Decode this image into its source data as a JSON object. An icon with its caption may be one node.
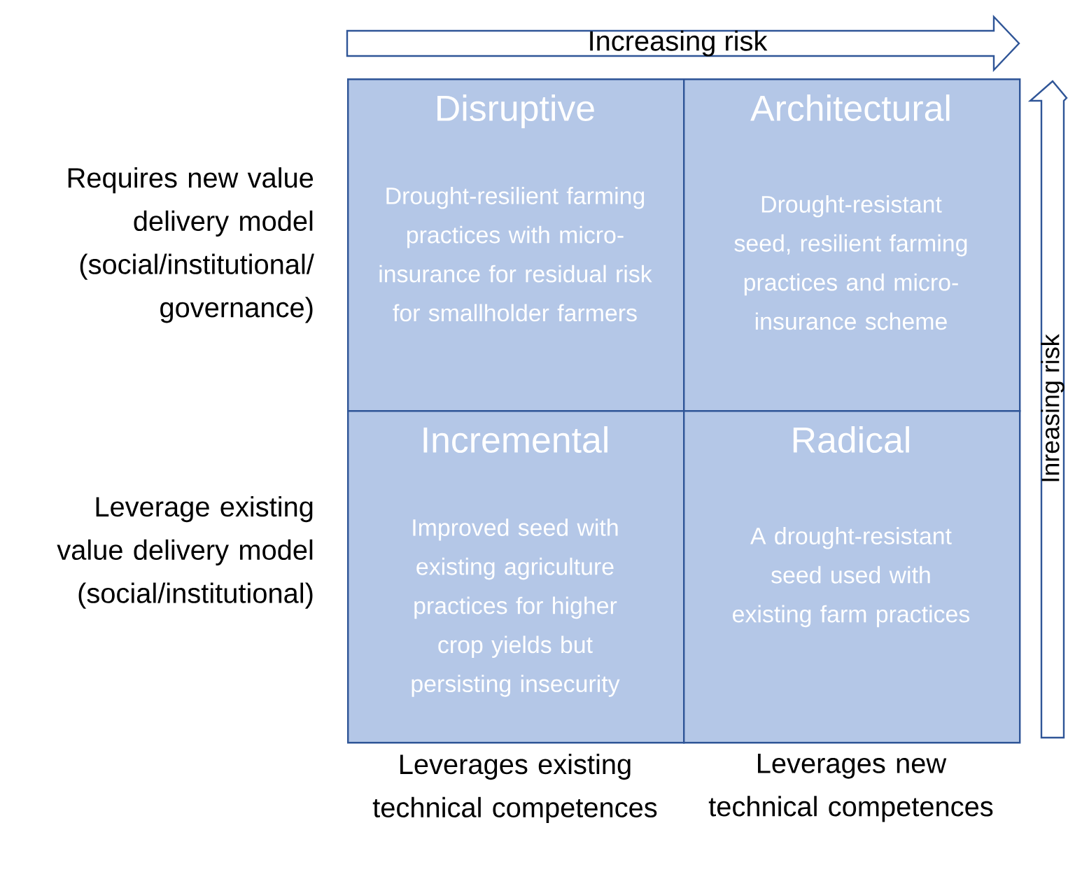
{
  "diagram": {
    "nodes": [
      {
        "text": [
          "Disruptive",
          "Drought-resilient farming practices with micro-insurance for residual risk for smallholder farmers"
        ]
      },
      {
        "text": [
          "Architectural",
          "Drought-resistant seed, resilient farming practices and micro-insurance scheme"
        ]
      },
      {
        "text": [
          "Incremental",
          "Improved seed with existing agriculture practices for higher crop yields  but persisting insecurity"
        ]
      },
      {
        "text": [
          "Radical",
          "A drought-resistant seed used with existing farm practices"
        ]
      }
    ],
    "labels": [
      "Increasing risk",
      "Inreasing risk",
      "Requires new value delivery model (social/institutional/ governance)",
      "Leverage existing value delivery model (social/institutional)",
      "Leverages existing technical competences",
      "Leverages new technical competences"
    ]
  }
}
